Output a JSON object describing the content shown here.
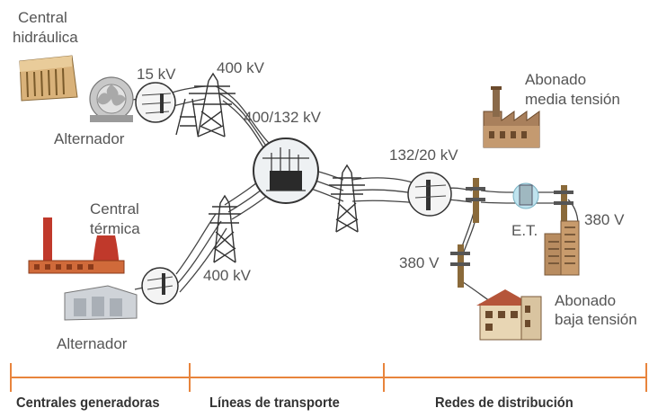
{
  "labels": {
    "central_hidraulica": [
      "Central",
      "hidráulica"
    ],
    "alternador_top": "Alternador",
    "kv15": "15 kV",
    "kv400_top": "400 kV",
    "kv400_132": "400/132 kV",
    "central_termica": [
      "Central",
      "térmica"
    ],
    "kv400_bottom": "400 kV",
    "alternador_bottom": "Alternador",
    "kv132_20": "132/20 kV",
    "abonado_media": [
      "Abonado",
      "media tensión"
    ],
    "et": "E.T.",
    "v380_right": "380 V",
    "v380_left": "380 V",
    "abonado_baja": [
      "Abonado",
      "baja tensión"
    ]
  },
  "sections": [
    "Centrales generadoras",
    "Líneas de transporte",
    "Redes de distribución"
  ],
  "colors": {
    "accent_orange": "#e8843c",
    "label_gray": "#555555",
    "section_text": "#333333",
    "chimney_red": "#c0392b",
    "dam_tan": "#d9b27a"
  }
}
